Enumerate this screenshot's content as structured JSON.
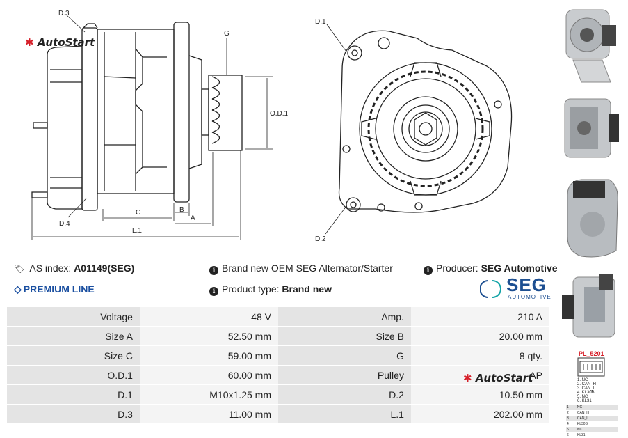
{
  "brand_watermark": "AutoStart",
  "drawing": {
    "labels": {
      "d3": "D.3",
      "d4": "D.4",
      "g": "G",
      "od1": "O.D.1",
      "c": "C",
      "b": "B",
      "a": "A",
      "l1": "L.1",
      "d1": "D.1",
      "d2": "D.2"
    }
  },
  "info": {
    "as_index_label": "AS index:",
    "as_index_value": "A01149(SEG)",
    "description": "Brand new OEM SEG Alternator/Starter",
    "producer_label": "Producer:",
    "producer_value": "SEG Automotive",
    "premium_line": "PREMIUM LINE",
    "product_type_label": "Product type:",
    "product_type_value": "Brand new",
    "logo_main": "SEG",
    "logo_sub": "AUTOMOTIVE"
  },
  "specs": [
    {
      "l1": "Voltage",
      "v1": "48 V",
      "l2": "Amp.",
      "v2": "210 A"
    },
    {
      "l1": "Size A",
      "v1": "52.50 mm",
      "l2": "Size B",
      "v2": "20.00 mm"
    },
    {
      "l1": "Size C",
      "v1": "59.00 mm",
      "l2": "G",
      "v2": "8 qty."
    },
    {
      "l1": "O.D.1",
      "v1": "60.00 mm",
      "l2": "Pulley",
      "v2": "AP"
    },
    {
      "l1": "D.1",
      "v1": "M10x1.25 mm",
      "l2": "D.2",
      "v2": "10.50 mm"
    },
    {
      "l1": "D.3",
      "v1": "11.00 mm",
      "l2": "L.1",
      "v2": "202.00 mm"
    }
  ],
  "plug": {
    "title": "PL_5201",
    "pins_top": [
      "1. NC",
      "2. CAN_H",
      "3. CAN_L",
      "4. KL30B",
      "5. NC",
      "6. KL31"
    ],
    "pins_table": [
      {
        "n": "1",
        "v": "NC"
      },
      {
        "n": "2",
        "v": "CAN_H"
      },
      {
        "n": "3",
        "v": "CAN_L"
      },
      {
        "n": "4",
        "v": "KL30B"
      },
      {
        "n": "5",
        "v": "NC"
      },
      {
        "n": "6",
        "v": "KL31"
      }
    ]
  },
  "colors": {
    "accent_red": "#d6202a",
    "premium_blue": "#1a4fa0",
    "seg_blue": "#1d4f91",
    "seg_teal": "#12a3a6"
  }
}
